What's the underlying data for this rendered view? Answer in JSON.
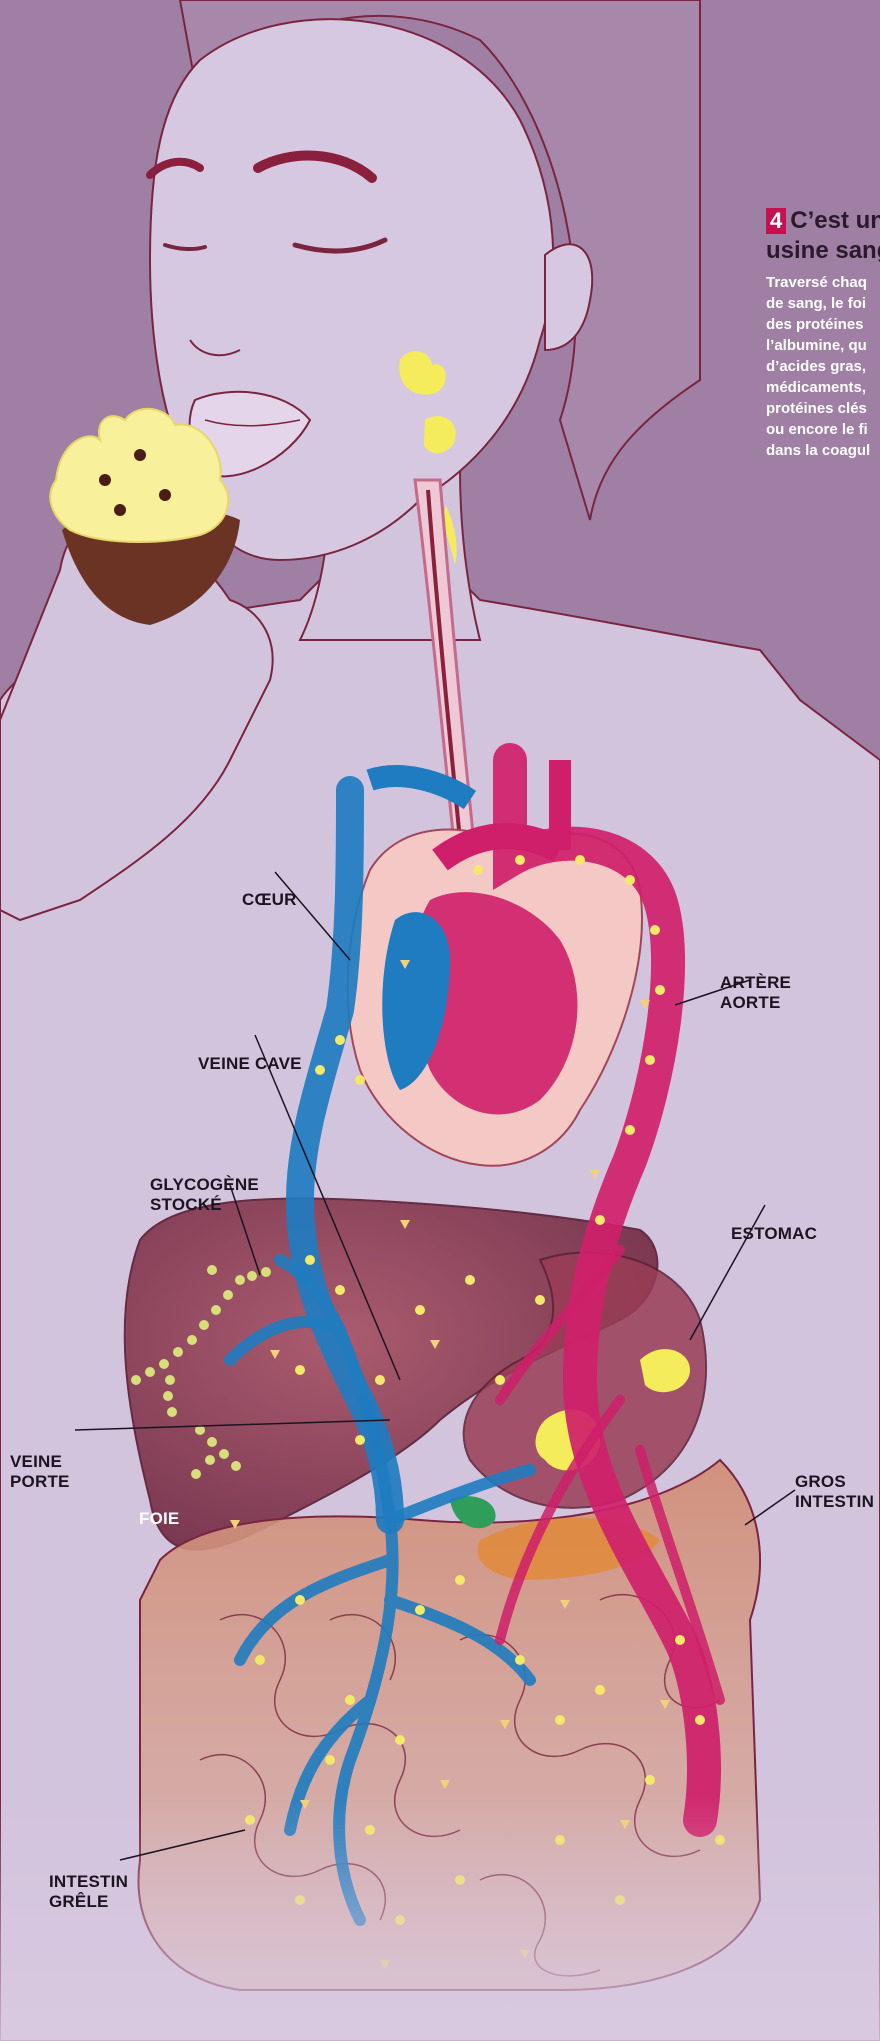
{
  "panel": {
    "number": "4",
    "title_lines": [
      "C’est un",
      "usine sang"
    ],
    "body_lines": [
      "Traversé chaq",
      "de sang, le foi",
      "des protéines",
      "l’albumine, qu",
      "d’acides gras,",
      "médicaments,",
      "protéines clés",
      "ou encore le fi",
      "dans la coagul"
    ]
  },
  "labels": {
    "coeur": [
      "CŒUR"
    ],
    "artere_aorte": [
      "ARTÈRE",
      "AORTE"
    ],
    "veine_cave": [
      "VEINE CAVE"
    ],
    "glycogene": [
      "GLYCOGÈNE",
      "STOCKÉ"
    ],
    "estomac": [
      "ESTOMAC"
    ],
    "veine_porte": [
      "VEINE",
      "PORTE"
    ],
    "foie": [
      "FOIE"
    ],
    "gros_intestin": [
      "GROS",
      "INTESTIN"
    ],
    "intestin_grele": [
      "INTESTIN",
      "GRÊLE"
    ]
  },
  "colors": {
    "background": "#a07fa5",
    "skin": "#d3c4de",
    "outline": "#7a2540",
    "vein": "#1f7cc0",
    "artery": "#cf1f6a",
    "liver": "#8e3f55",
    "intestine": "#c98a7a",
    "nutrient": "#f2e86a",
    "accent": "#c3124f"
  }
}
